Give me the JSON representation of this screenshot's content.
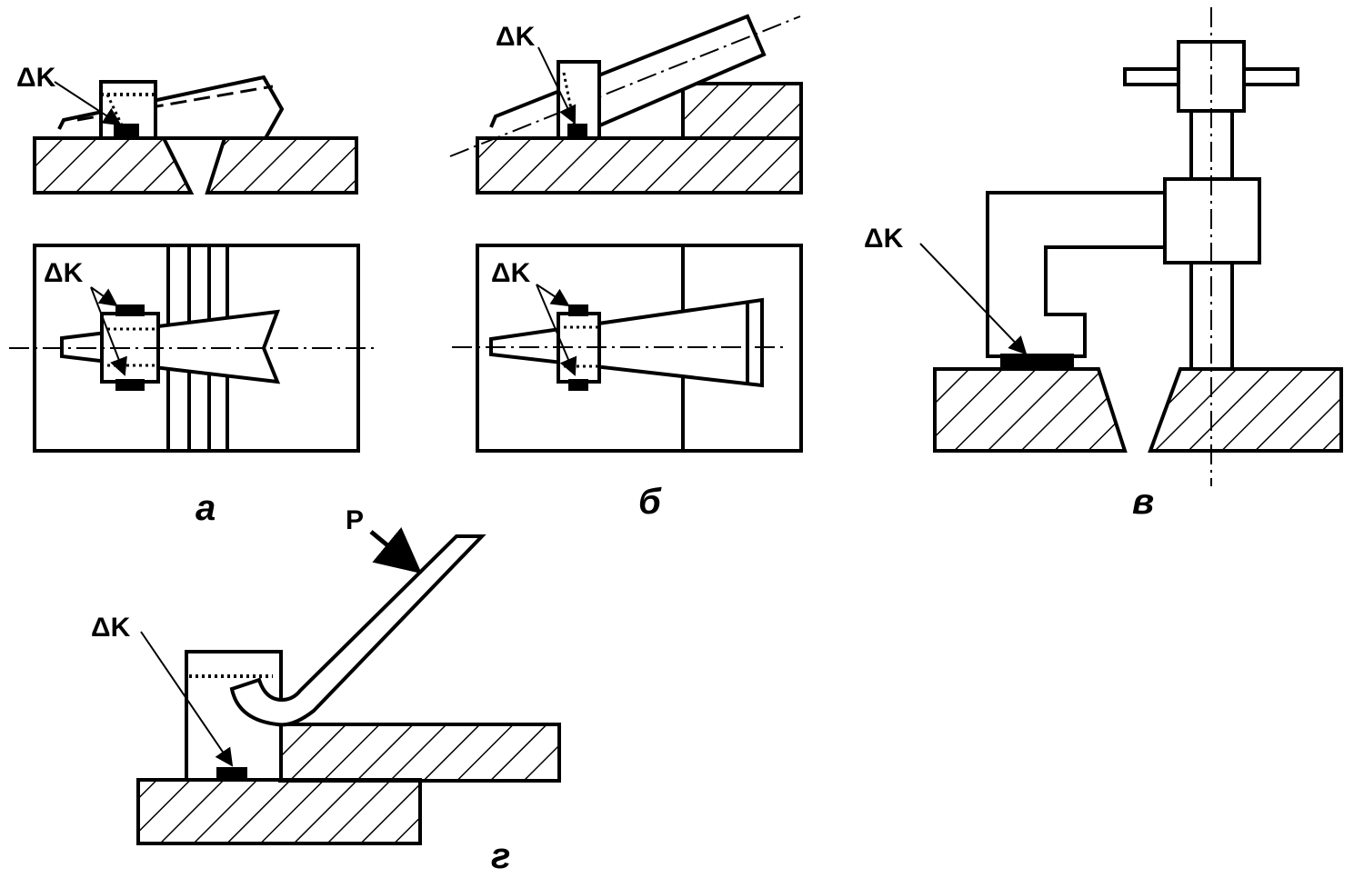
{
  "figures": [
    {
      "id": "a",
      "caption": "а",
      "marker_label": "ΔK"
    },
    {
      "id": "b",
      "caption": "б",
      "marker_label": "ΔK"
    },
    {
      "id": "v",
      "caption": "в",
      "marker_label": "ΔK"
    },
    {
      "id": "g",
      "caption": "г",
      "marker_label": "ΔK",
      "force_label": "P"
    }
  ],
  "colors": {
    "stroke": "#000000",
    "background": "#ffffff"
  }
}
